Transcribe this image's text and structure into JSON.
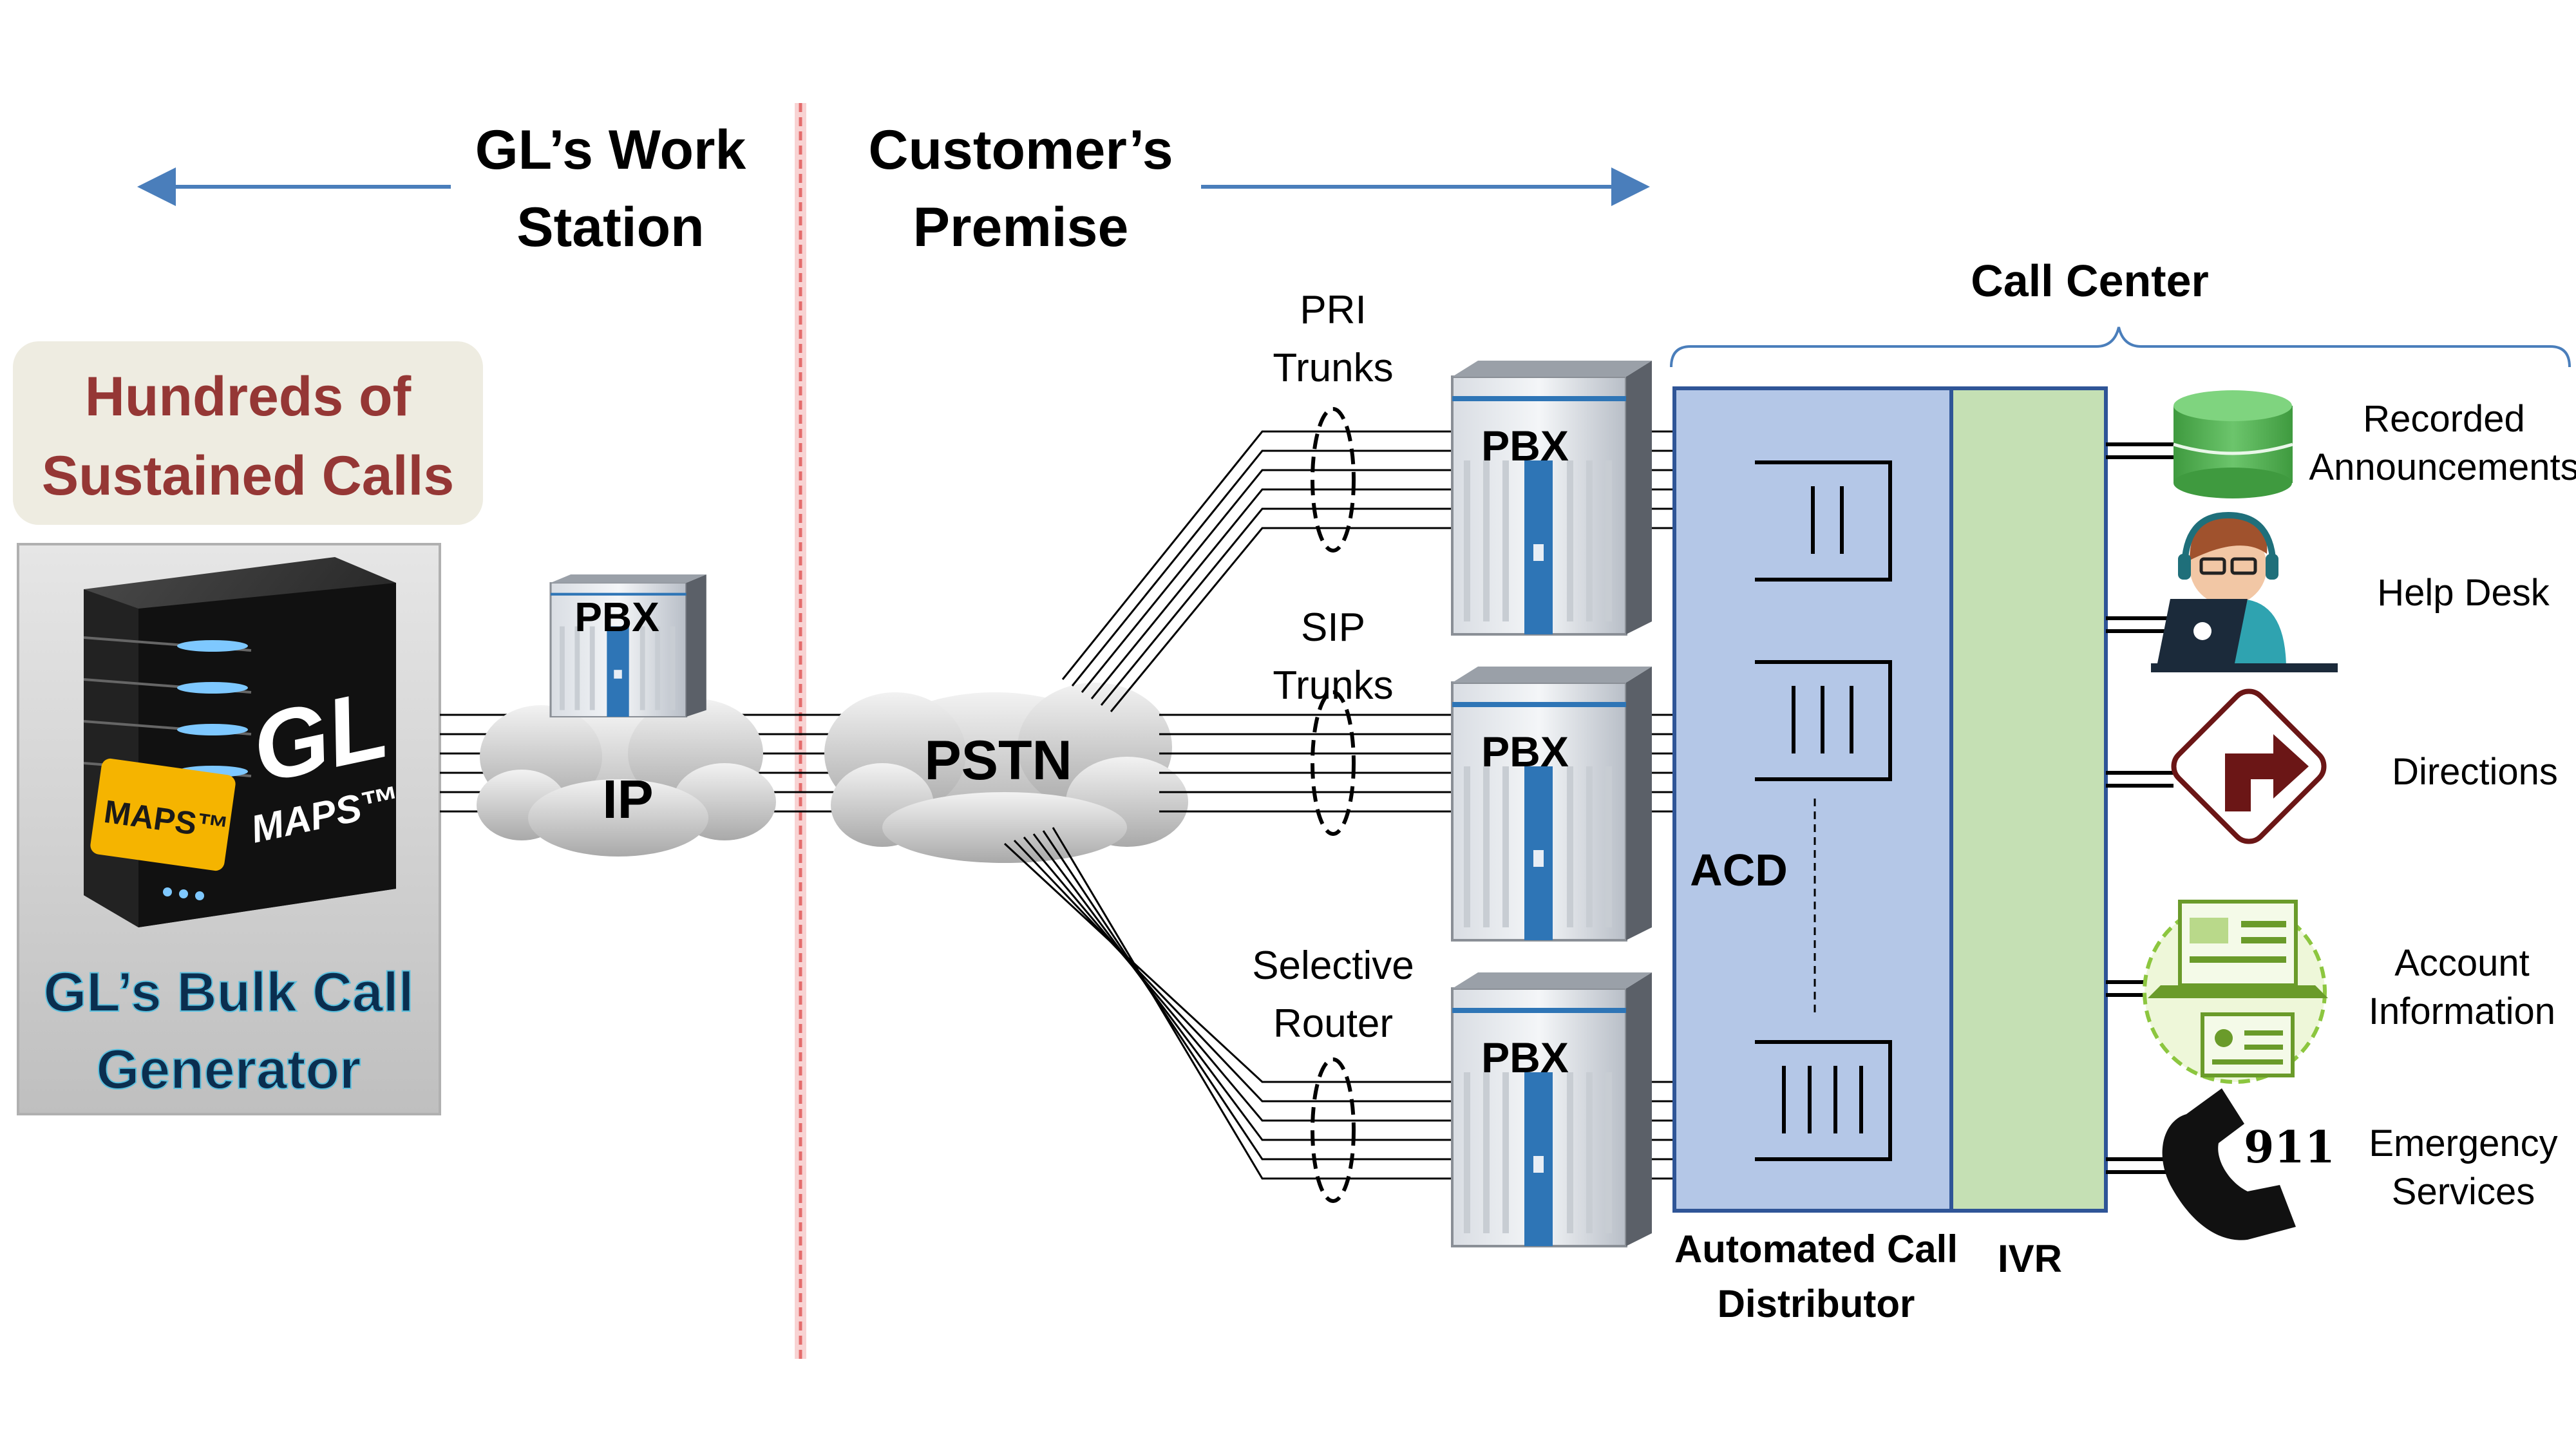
{
  "header": {
    "left": [
      "GL’s Work",
      "Station"
    ],
    "right": [
      "Customer’s",
      "Premise"
    ]
  },
  "badge": [
    "Hundreds of",
    "Sustained Calls"
  ],
  "generator": {
    "label": [
      "GL’s Bulk Call",
      "Generator"
    ],
    "logo_gl": "GL",
    "logo_maps": "MAPS™",
    "plate": "MAPS™"
  },
  "ip_cloud": {
    "pbx": "PBX",
    "label": "IP"
  },
  "pstn": "PSTN",
  "trunks": [
    {
      "label": [
        "PRI",
        "Trunks"
      ],
      "pbx": "PBX"
    },
    {
      "label": [
        "SIP",
        "Trunks"
      ],
      "pbx": "PBX"
    },
    {
      "label": [
        "Selective",
        "Router"
      ],
      "pbx": "PBX"
    }
  ],
  "call_center": {
    "title": "Call Center",
    "acd": "ACD",
    "acd_caption": [
      "Automated Call",
      "Distributor"
    ],
    "ivr_caption": "IVR"
  },
  "services": [
    {
      "label": [
        "Recorded",
        "Announcements"
      ],
      "icon": "database-icon"
    },
    {
      "label": [
        "Help Desk"
      ],
      "icon": "headset-agent-icon"
    },
    {
      "label": [
        "Directions"
      ],
      "icon": "turn-right-sign-icon"
    },
    {
      "label": [
        "Account",
        "Information"
      ],
      "icon": "laptop-form-icon"
    },
    {
      "label": [
        "Emergency",
        "Services"
      ],
      "icon": "phone-911-icon",
      "badge": "911"
    }
  ],
  "colors": {
    "heading": "#000000",
    "badge_text": "#953735",
    "badge_bg": "#EEECE1",
    "generator_text": "#0B2E4F",
    "acd_fill": "#B4C7E7",
    "ivr_fill": "#C5E0B4",
    "panel_border": "#2F5597",
    "divider": "#E46C6C",
    "arrow": "#4A7EBB",
    "db_green": "#4EA84E",
    "direction_sign": "#6B1616"
  }
}
